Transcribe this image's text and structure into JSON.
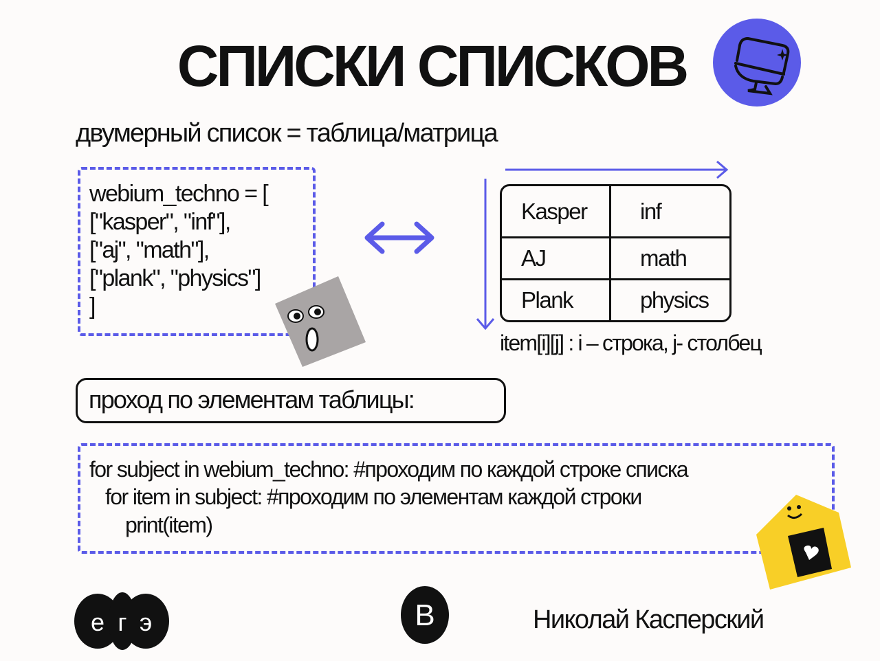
{
  "title": "СПИСКИ СПИСКОВ",
  "subtitle": "двумерный список = таблица/матрица",
  "code_block1": [
    "webium_techno = [",
    "[\"kasper\", \"inf\"],",
    "[\"aj\", \"math\"],",
    "[\"plank\", \"physics\"]",
    "]"
  ],
  "table": {
    "rows": [
      [
        "Kasper",
        "inf"
      ],
      [
        "AJ",
        "math"
      ],
      [
        "Plank",
        "physics"
      ]
    ]
  },
  "caption": "item[i][j] : i – строка, j- столбец",
  "section_label": "проход по элементам таблицы:",
  "code_block2": [
    "for subject in webium_techno: #проходим по каждой строке списка",
    "for item in subject: #проходим по элементам каждой строки",
    "print(item)"
  ],
  "logos": {
    "ege": "егэ",
    "webium": "B"
  },
  "author": "Николай Касперский",
  "colors": {
    "accent": "#5b5be8",
    "background": "#fdfbfa",
    "sticker_grey": "#a9a5a5",
    "sticker_yellow": "#f8cf27"
  }
}
